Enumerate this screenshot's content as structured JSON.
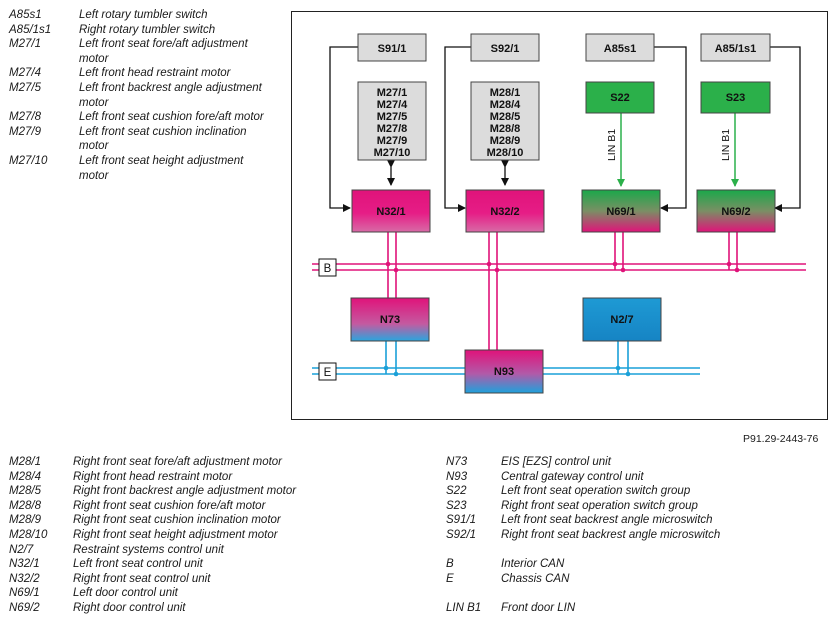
{
  "legend_top": [
    {
      "code": "A85s1",
      "desc": "Left rotary tumbler switch"
    },
    {
      "code": "A85/1s1",
      "desc": "Right rotary tumbler switch"
    },
    {
      "code": "M27/1",
      "desc": "Left front seat fore/aft adjustment motor"
    },
    {
      "code": "M27/4",
      "desc": "Left front head restraint motor"
    },
    {
      "code": "M27/5",
      "desc": "Left front backrest angle adjustment motor"
    },
    {
      "code": "M27/8",
      "desc": "Left front seat cushion fore/aft motor"
    },
    {
      "code": "M27/9",
      "desc": "Left front seat cushion inclination motor"
    },
    {
      "code": "M27/10",
      "desc": "Left front seat height adjustment motor"
    }
  ],
  "legend_bottom_left": [
    {
      "code": "M28/1",
      "desc": "Right front seat fore/aft adjustment motor"
    },
    {
      "code": "M28/4",
      "desc": "Right front head restraint motor"
    },
    {
      "code": "M28/5",
      "desc": "Right front backrest angle adjustment motor"
    },
    {
      "code": "M28/8",
      "desc": "Right front seat cushion fore/aft motor"
    },
    {
      "code": "M28/9",
      "desc": "Right front seat cushion inclination motor"
    },
    {
      "code": "M28/10",
      "desc": "Right front seat height adjustment motor"
    },
    {
      "code": "N2/7",
      "desc": "Restraint systems control unit"
    },
    {
      "code": "N32/1",
      "desc": "Left front seat control unit"
    },
    {
      "code": "N32/2",
      "desc": "Right front seat control unit"
    },
    {
      "code": "N69/1",
      "desc": "Left door control unit"
    },
    {
      "code": "N69/2",
      "desc": "Right door control unit"
    }
  ],
  "legend_bottom_right": [
    {
      "code": "N73",
      "desc": "EIS [EZS] control unit"
    },
    {
      "code": "N93",
      "desc": "Central gateway control unit"
    },
    {
      "code": "S22",
      "desc": "Left front seat operation switch group"
    },
    {
      "code": "S23",
      "desc": "Right front seat operation switch group"
    },
    {
      "code": "S91/1",
      "desc": "Left front seat backrest angle microswitch"
    },
    {
      "code": "S92/1",
      "desc": "Right front seat backrest angle microswitch"
    },
    {
      "gap": true
    },
    {
      "code": "B",
      "desc": "Interior CAN"
    },
    {
      "code": "E",
      "desc": "Chassis CAN"
    },
    {
      "gap": true
    },
    {
      "code": "LIN B1",
      "desc": "Front door LIN"
    }
  ],
  "figure_id": "P91.29-2443-76",
  "diagram": {
    "switches": {
      "s91": "S91/1",
      "s92": "S92/1",
      "a85": "A85s1",
      "a85_1": "A85/1s1"
    },
    "motors_left": [
      "M27/1",
      "M27/4",
      "M27/5",
      "M27/8",
      "M27/9",
      "M27/10"
    ],
    "motors_right": [
      "M28/1",
      "M28/4",
      "M28/5",
      "M28/8",
      "M28/9",
      "M28/10"
    ],
    "units": {
      "n32_1": "N32/1",
      "n32_2": "N32/2",
      "n69_1": "N69/1",
      "n69_2": "N69/2",
      "n73": "N73",
      "n2_7": "N2/7",
      "n93": "N93",
      "s22": "S22",
      "s23": "S23"
    },
    "bus_b": "B",
    "bus_e": "E",
    "lin_left": "LIN B1",
    "lin_right": "LIN B1"
  },
  "colors": {
    "magenta": "#e0137a",
    "cyan": "#1aa0d8",
    "green": "#2bb04a",
    "gray_box": "#dcdcdc"
  }
}
